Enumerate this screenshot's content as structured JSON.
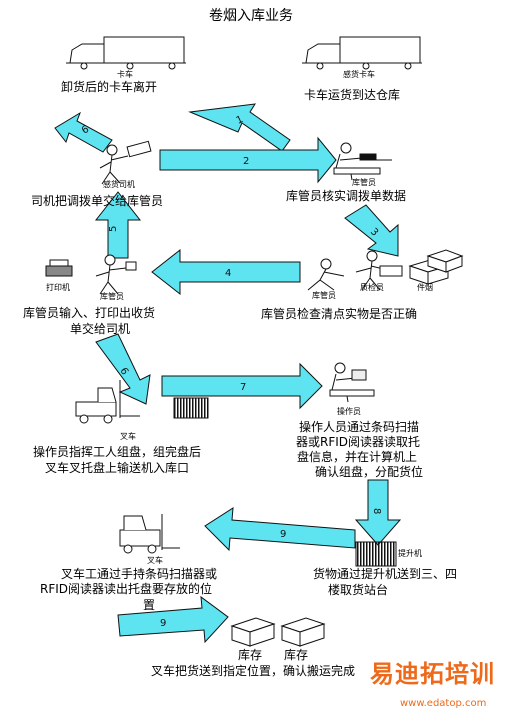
{
  "title": "卷烟入库业务",
  "truck_left_label": "卡车",
  "truck_left_caption": "卸货后的卡车离开",
  "truck_right_label": "感货卡车",
  "truck_right_caption": "卡车运货到达仓库",
  "driver_label": "感货司机",
  "driver_caption": "司机把调拨单交给库管员",
  "clerk1_label": "库管员",
  "clerk1_caption": "库管员核实调拨单数据",
  "printer_label": "打印机",
  "clerk2_label": "库管员",
  "inspector_label": "库管员",
  "qc_label": "质检员",
  "goods_label": "件烟",
  "clerk2_caption_1": "库管员输入、打印出收货",
  "clerk2_caption_2": "单交给司机",
  "inspect_caption": "库管员检查清点实物是否正确",
  "forklift_label": "叉车",
  "operator_label": "操作员",
  "operator_caption_1": "操作员指挥工人组盘，组完盘后",
  "operator_caption_2": "叉车叉托盘上输送机入库口",
  "scan_caption_1": "操作人员通过条码扫描",
  "scan_caption_2": "器或RFID阅读器读取托",
  "scan_caption_3": "盘信息，并在计算机上",
  "scan_caption_4": "确认组盘，分配货位",
  "forklift2_label": "叉车",
  "elevator_label": "提升机",
  "forklift_caption_1": "叉车工通过手持条码扫描器或",
  "forklift_caption_2": "RFID阅读器读出托盘要存放的位",
  "forklift_caption_3": "置",
  "elevator_caption_1": "货物通过提升机送到三、四",
  "elevator_caption_2": "楼取货站台",
  "storage_label_1": "库存",
  "storage_label_2": "库存",
  "final_caption": "叉车把货送到指定位置，确认搬运完成",
  "arrows": [
    "1",
    "2",
    "3",
    "4",
    "5",
    "6",
    "7",
    "8",
    "9",
    "9",
    "9"
  ],
  "watermark_cn": "易迪拓培训",
  "watermark_url": "www.edatop.com",
  "colors": {
    "arrow_fill": "#5ee3f0",
    "arrow_stroke": "#111111",
    "pallet": "#222222",
    "watermark": "#ee6a1a"
  }
}
